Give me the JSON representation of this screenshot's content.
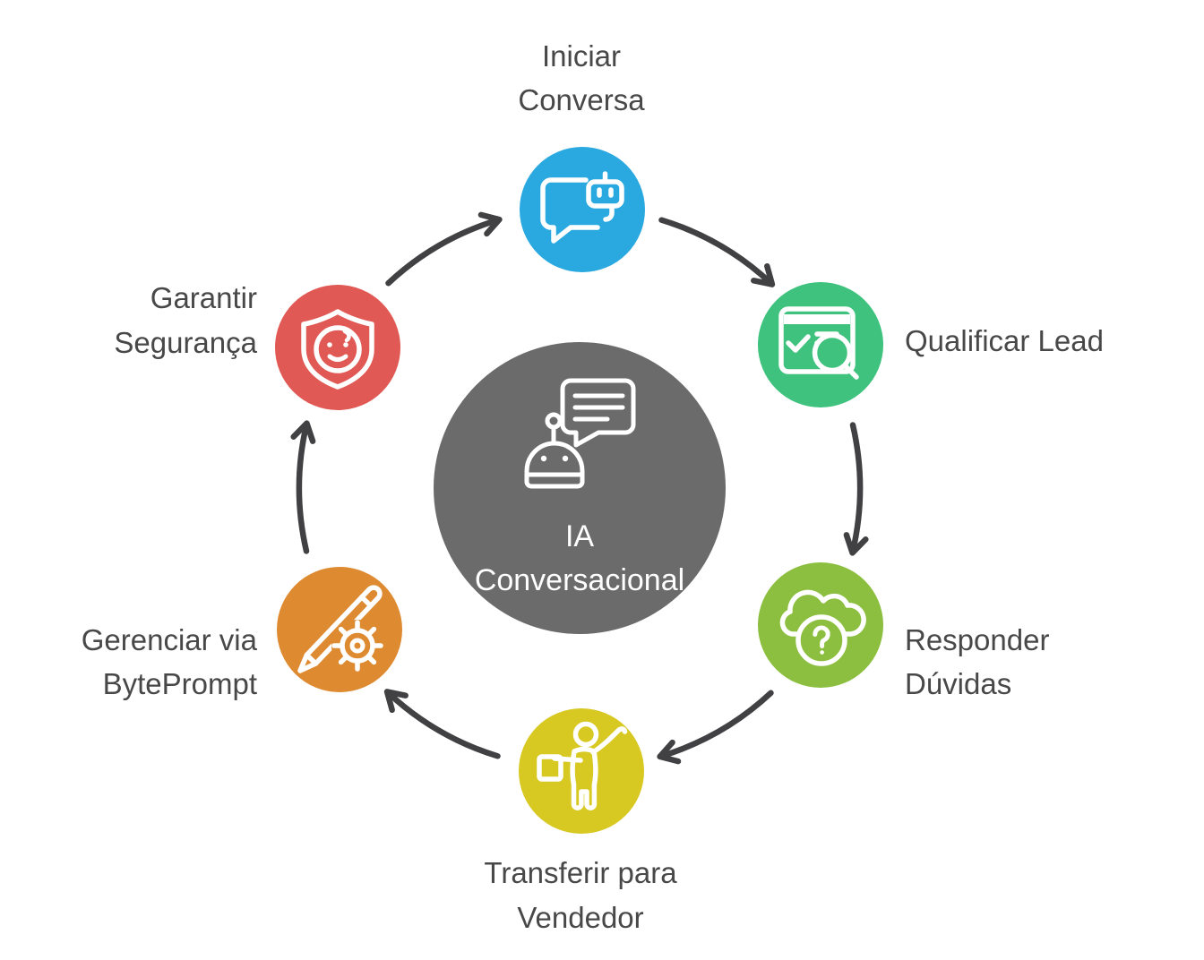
{
  "diagram": {
    "background": "#FFFFFF",
    "arrow_color": "#414042",
    "label_color": "#484848",
    "flow_direction": "clockwise",
    "center": {
      "id": "ia-conversacional",
      "label_lines": [
        "IA",
        "Conversacional"
      ],
      "color": "#6B6B6B",
      "text_color": "#FFFFFF",
      "icon": "robot-chat-icon"
    },
    "nodes": [
      {
        "id": "iniciar-conversa",
        "label_lines": [
          "Iniciar",
          "Conversa"
        ],
        "color": "#29A9DF",
        "icon": "chat-bot-icon",
        "position": "top"
      },
      {
        "id": "qualificar-lead",
        "label_lines": [
          "Qualificar Lead"
        ],
        "color": "#3EC27E",
        "icon": "browser-check-search-icon",
        "position": "upper-right"
      },
      {
        "id": "responder-duvidas",
        "label_lines": [
          "Responder",
          "Dúvidas"
        ],
        "color": "#8CBF3F",
        "icon": "cloud-question-icon",
        "position": "lower-right"
      },
      {
        "id": "transferir-vendedor",
        "label_lines": [
          "Transferir para",
          "Vendedor"
        ],
        "color": "#D8C822",
        "icon": "person-briefcase-icon",
        "position": "bottom"
      },
      {
        "id": "gerenciar-byteprompt",
        "label_lines": [
          "Gerenciar via",
          "BytePrompt"
        ],
        "color": "#DE8A31",
        "icon": "pencil-gear-icon",
        "position": "lower-left"
      },
      {
        "id": "garantir-seguranca",
        "label_lines": [
          "Garantir",
          "Segurança"
        ],
        "color": "#E15954",
        "icon": "shield-face-icon",
        "position": "upper-left"
      }
    ],
    "connections": [
      {
        "from": "iniciar-conversa",
        "to": "qualificar-lead"
      },
      {
        "from": "qualificar-lead",
        "to": "responder-duvidas"
      },
      {
        "from": "responder-duvidas",
        "to": "transferir-vendedor"
      },
      {
        "from": "transferir-vendedor",
        "to": "gerenciar-byteprompt"
      },
      {
        "from": "gerenciar-byteprompt",
        "to": "garantir-seguranca"
      },
      {
        "from": "garantir-seguranca",
        "to": "iniciar-conversa"
      }
    ]
  }
}
